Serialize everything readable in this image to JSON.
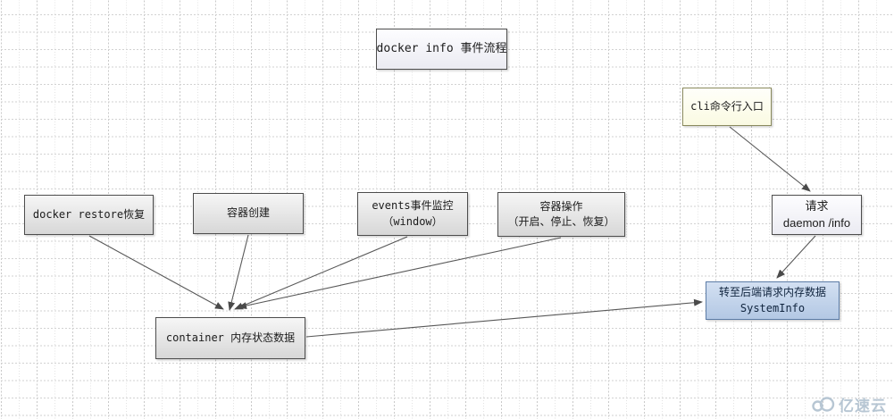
{
  "diagram": {
    "title": "docker info 事件流程",
    "nodes": {
      "title_node": {
        "lines": [
          "docker info 事件流程"
        ]
      },
      "cli_entry": {
        "lines": [
          "cli命令行入口"
        ]
      },
      "docker_restore": {
        "lines": [
          "docker restore恢复"
        ]
      },
      "container_create": {
        "lines": [
          "容器创建"
        ]
      },
      "events_monitor": {
        "lines": [
          "events事件监控",
          "（window）"
        ]
      },
      "container_ops": {
        "lines": [
          "容器操作",
          "（开启、停止、恢复）"
        ]
      },
      "request_daemon": {
        "lines": [
          "请求",
          "daemon /info"
        ]
      },
      "system_info": {
        "lines": [
          "转至后端请求内存数据",
          "SystemInfo"
        ]
      },
      "container_mem": {
        "lines": [
          "container 内存状态数据"
        ]
      }
    },
    "edges": [
      "docker_restore -> container_mem",
      "container_create -> container_mem",
      "events_monitor -> container_mem",
      "container_ops -> container_mem",
      "container_mem -> system_info",
      "cli_entry -> request_daemon",
      "request_daemon -> system_info"
    ],
    "colors": {
      "node_border": "#4d4d4d",
      "gray_fill_top": "#f6f6f6",
      "gray_fill_bottom": "#d7d7d7",
      "yellow_fill": "#fafae2",
      "yellow_border": "#8a8a5e",
      "blue_fill_top": "#d3e0f2",
      "blue_fill_bottom": "#b3c8e4",
      "blue_border": "#5c7ca6",
      "arrow": "#4f4f4f",
      "grid_line": "#d2d2d2",
      "watermark": "#b7c6d3"
    }
  },
  "watermark": {
    "brand": "亿速云"
  }
}
